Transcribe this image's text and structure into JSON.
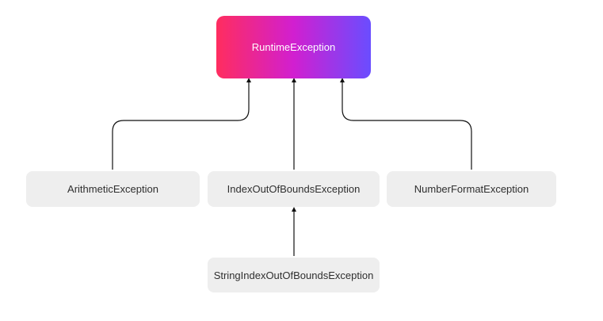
{
  "diagram": {
    "type": "class-hierarchy",
    "colors": {
      "root_gradient": [
        "#ff2d5f",
        "#d11fd0",
        "#6a4dff"
      ],
      "node_fill": "#eeeeee",
      "edge": "#111111"
    },
    "nodes": {
      "root": {
        "label": "RuntimeException"
      },
      "arithmetic": {
        "label": "ArithmeticException"
      },
      "index_oob": {
        "label": "IndexOutOfBoundsException"
      },
      "number_format": {
        "label": "NumberFormatException"
      },
      "string_index_oob": {
        "label": "StringIndexOutOfBoundsException"
      }
    },
    "edges": [
      {
        "from": "arithmetic",
        "to": "root"
      },
      {
        "from": "index_oob",
        "to": "root"
      },
      {
        "from": "number_format",
        "to": "root"
      },
      {
        "from": "string_index_oob",
        "to": "index_oob"
      }
    ]
  }
}
